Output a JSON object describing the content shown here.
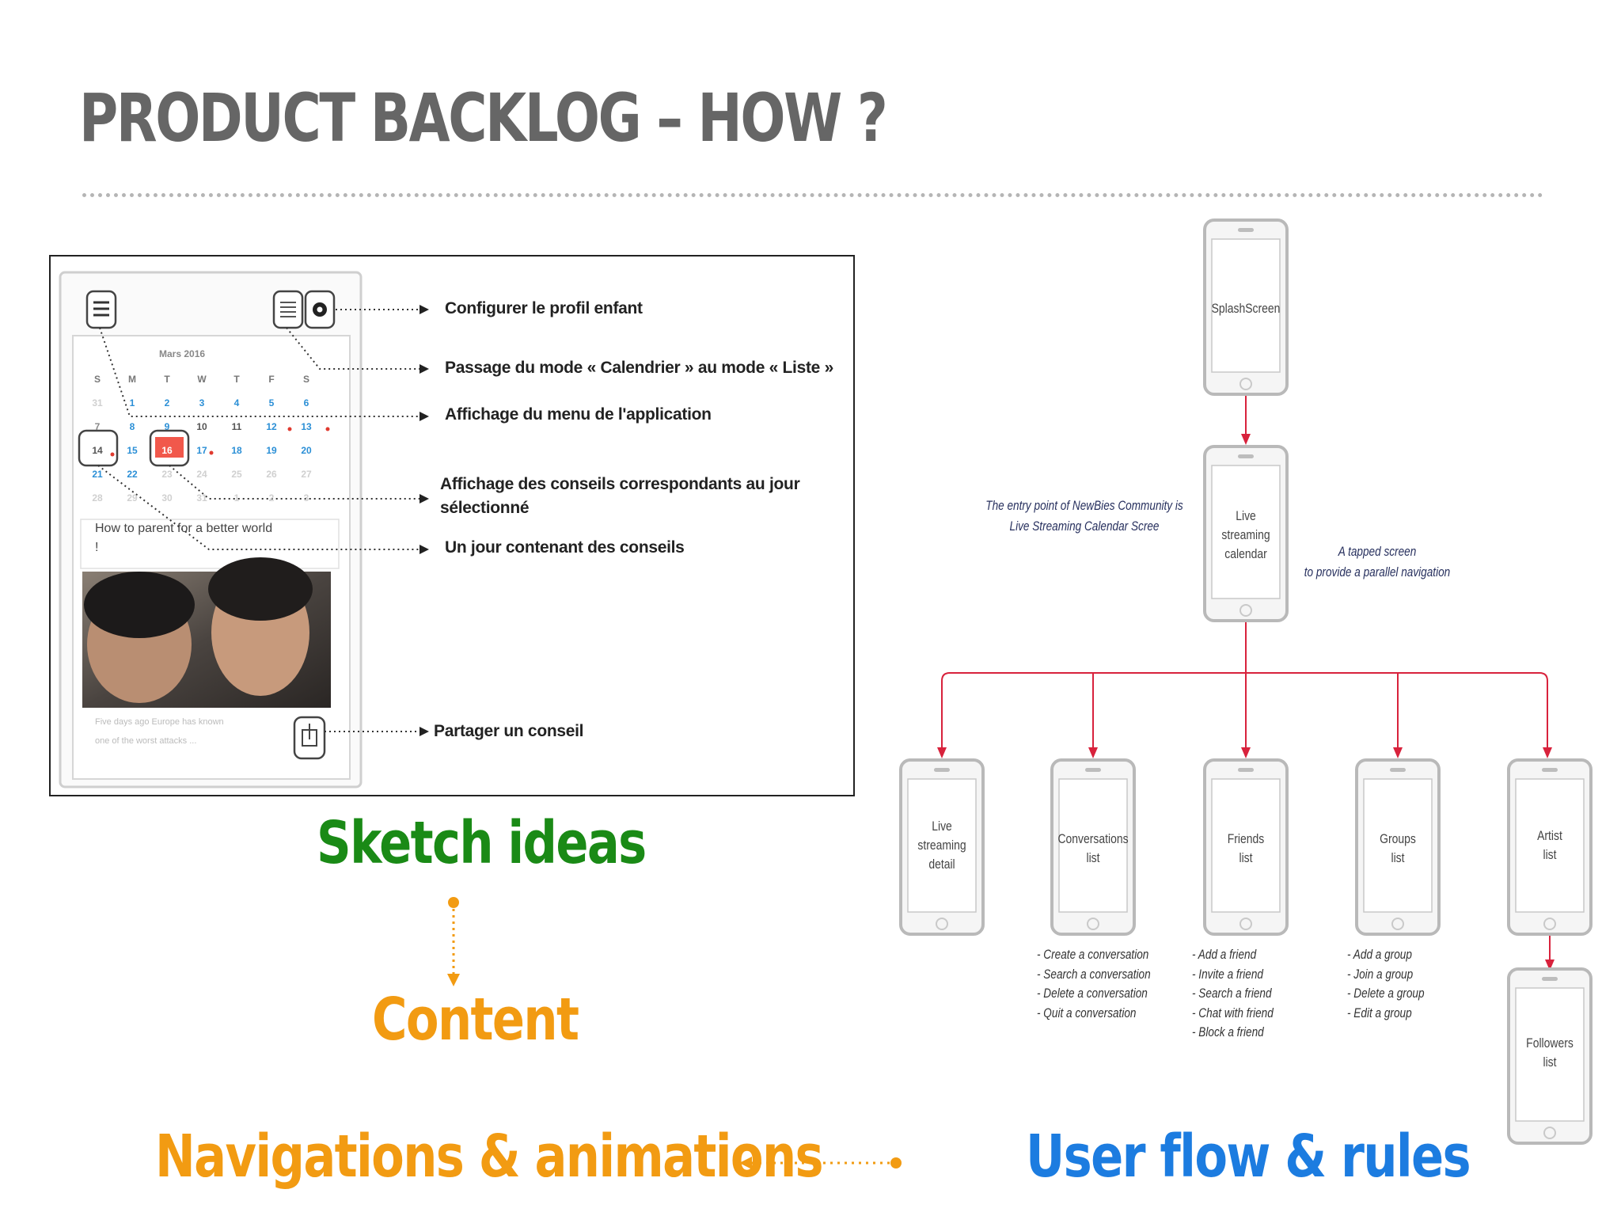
{
  "title": "PRODUCT BACKLOG – HOW ?",
  "sketch": {
    "month": "Mars 2016",
    "weekdays": [
      "S",
      "M",
      "T",
      "W",
      "T",
      "F",
      "S"
    ],
    "rows": [
      [
        "31",
        "1",
        "2",
        "3",
        "4",
        "5",
        "6"
      ],
      [
        "7",
        "8",
        "9",
        "10",
        "11",
        "12",
        "13"
      ],
      [
        "14",
        "15",
        "16",
        "17",
        "18",
        "19",
        "20"
      ],
      [
        "21",
        "22",
        "23",
        "24",
        "25",
        "26",
        "27"
      ],
      [
        "28",
        "29",
        "30",
        "31",
        "1",
        "2",
        "3"
      ]
    ],
    "card_title": "How to parent for a better world !",
    "card_text_1": "Five days ago Europe has known",
    "card_text_2": "one of the worst attacks ...",
    "annotations": [
      "Configurer le profil enfant",
      "Passage du mode « Calendrier » au mode « Liste »",
      "Affichage du menu de l'application",
      "Affichage des conseils correspondants au jour",
      "sélectionné",
      "Un jour contenant des conseils",
      "Partager un conseil"
    ]
  },
  "steps": {
    "sketch_ideas": "Sketch ideas",
    "content": "Content",
    "navigations": "Navigations & animations",
    "user_flow": "User flow & rules"
  },
  "colors": {
    "title_gray": "#666666",
    "sketch_green": "#1a8a16",
    "content_orange": "#f29b12",
    "userflow_blue": "#1c7ce0",
    "flow_red": "#d8223c"
  },
  "flow": {
    "screens": {
      "splash": "SplashScreen",
      "calendar_1": "Live",
      "calendar_2": "streaming",
      "calendar_3": "calendar",
      "detail_1": "Live",
      "detail_2": "streaming",
      "detail_3": "detail",
      "conv_1": "Conversations",
      "conv_2": "list",
      "friends_1": "Friends",
      "friends_2": "list",
      "groups_1": "Groups",
      "groups_2": "list",
      "artist_1": "Artist",
      "artist_2": "list",
      "followers_1": "Followers",
      "followers_2": "list"
    },
    "notes": {
      "entry_1": "The entry point of NewBies Community is",
      "entry_2": "Live Streaming Calendar Scree",
      "tapped_1": "A tapped screen",
      "tapped_2": "to provide a parallel navigation"
    },
    "conversation_actions": [
      "- Create a conversation",
      "- Search a conversation",
      "- Delete a conversation",
      "- Quit a conversation"
    ],
    "friend_actions": [
      "- Add a friend",
      "- Invite a friend",
      "- Search a friend",
      "- Chat with friend",
      "- Block a friend"
    ],
    "group_actions": [
      "- Add a group",
      "- Join a group",
      "- Delete a group",
      "- Edit a group"
    ]
  }
}
